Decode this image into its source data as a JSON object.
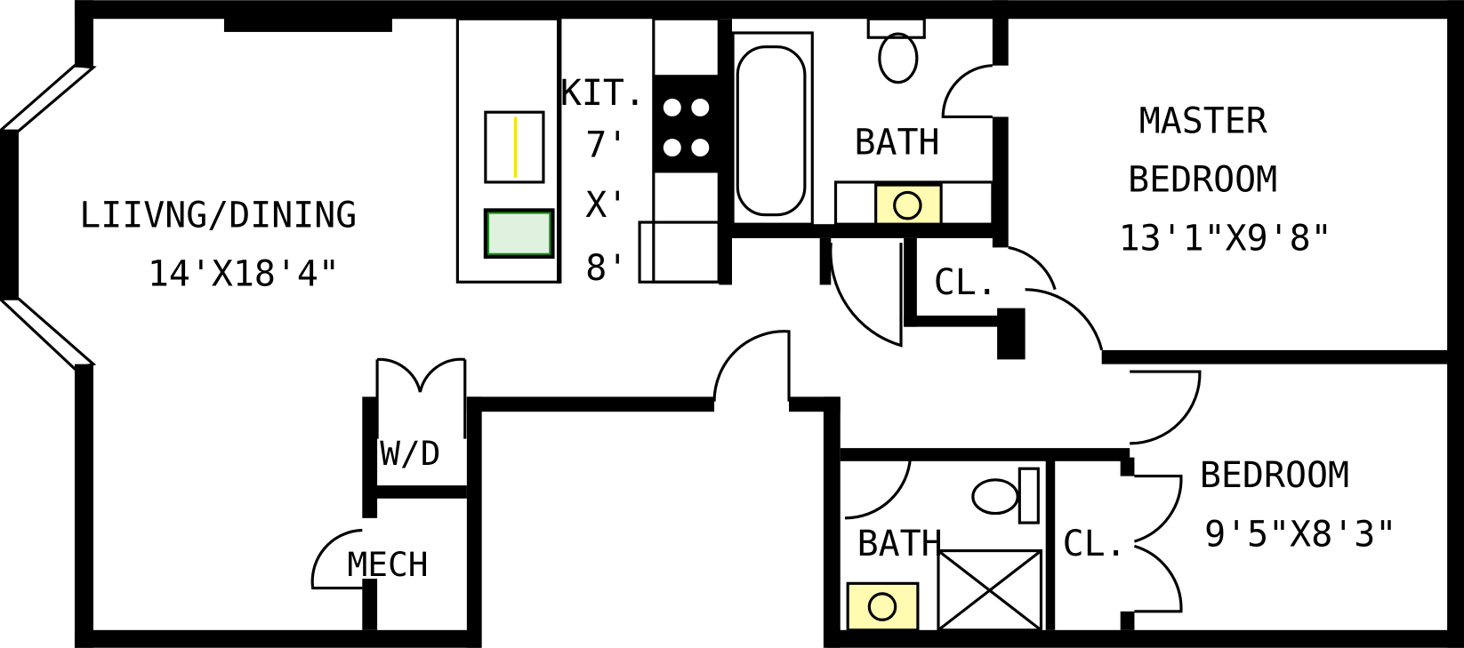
{
  "colors": {
    "wall": "#000000",
    "fixture_yellow": "#f2e600",
    "fixture_green": "#1a8a1a"
  },
  "rooms": {
    "living": {
      "name": "LIIVNG/DINING",
      "size": "14'X18'4\""
    },
    "kitchen": {
      "name": "KIT.",
      "dim1": "7'",
      "dim2": "X'",
      "dim3": "8'"
    },
    "bath1": {
      "name": "BATH"
    },
    "master": {
      "line1": "MASTER",
      "line2": "BEDROOM",
      "size": "13'1\"X9'8\""
    },
    "closet1": {
      "name": "CL."
    },
    "wd": {
      "name": "W/D"
    },
    "mech": {
      "name": "MECH"
    },
    "bath2": {
      "name": "BATH"
    },
    "closet2": {
      "name": "CL."
    },
    "bedroom": {
      "name": "BEDROOM",
      "size": "9'5\"X8'3\""
    }
  }
}
